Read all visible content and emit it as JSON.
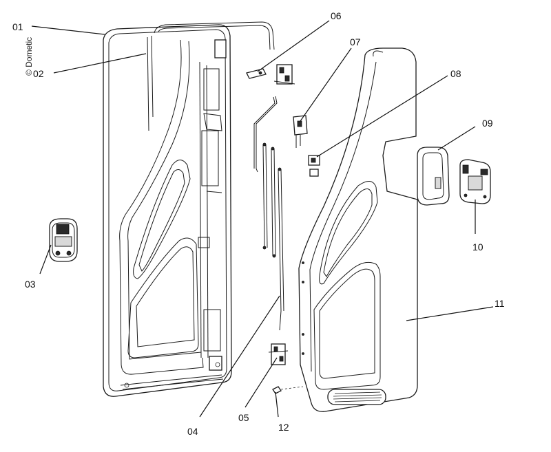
{
  "copyright": "© Dometic",
  "callouts": {
    "c01": "01",
    "c02": "02",
    "c03": "03",
    "c04": "04",
    "c05": "05",
    "c06": "06",
    "c07": "07",
    "c08": "08",
    "c09": "09",
    "c10": "10",
    "c11": "11",
    "c12": "12"
  }
}
